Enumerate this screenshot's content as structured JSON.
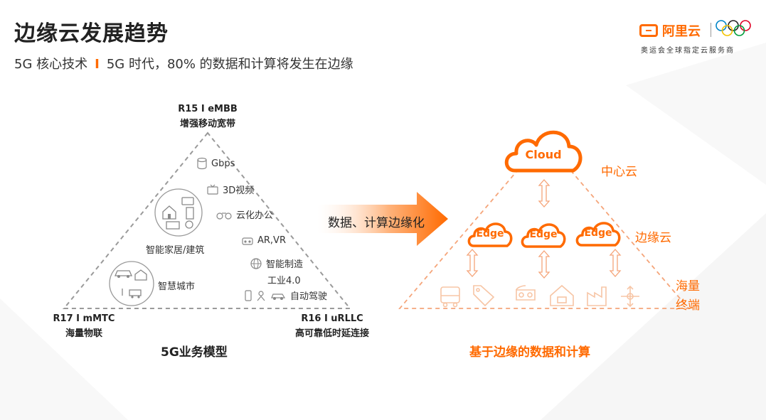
{
  "header": {
    "title": "边缘云发展趋势",
    "subtitle_left": "5G 核心技术",
    "subtitle_sep": "I",
    "subtitle_right": "5G 时代，80% 的数据和计算将发生在边缘"
  },
  "logo": {
    "brand": "阿里云",
    "tagline": "奥运会全球指定云服务商"
  },
  "left_diagram": {
    "top_label": "R15 I eMBB",
    "top_sub": "增强移动宽带",
    "left_label": "R17 I mMTC",
    "left_sub": "海量物联",
    "right_label": "R16 I uRLLC",
    "right_sub": "高可靠低时延连接",
    "features": [
      "Gbps",
      "3D视频",
      "云化办公",
      "AR,VR",
      "智能制造",
      "工业4.0",
      "自动驾驶"
    ],
    "circle_home": "智能家居/建筑",
    "circle_city": "智慧城市",
    "caption": "5G业务模型"
  },
  "arrow": {
    "label": "数据、计算边缘化"
  },
  "right_diagram": {
    "cloud_label": "Cloud",
    "cloud_side": "中心云",
    "edge_label": "Edge",
    "edge_side": "边缘云",
    "terminal_side_1": "海量",
    "terminal_side_2": "终端",
    "caption": "基于边缘的数据和计算"
  },
  "colors": {
    "accent": "#ff6a00",
    "text": "#333333",
    "dashed_gray": "#9a9a9a"
  }
}
